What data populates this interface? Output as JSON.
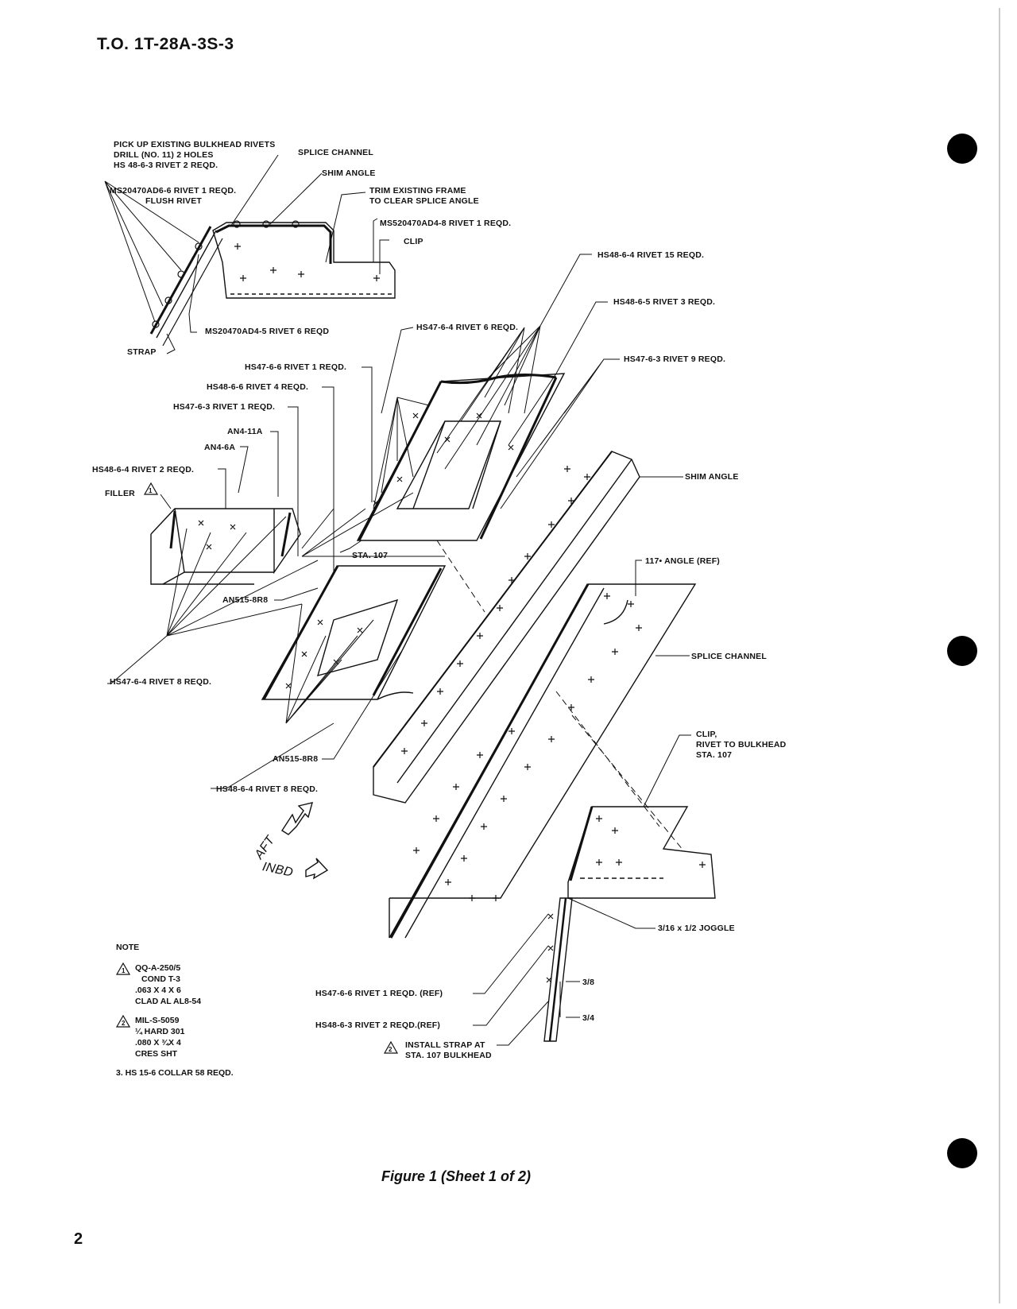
{
  "header": {
    "doc_number": "T.O. 1T-28A-3S-3"
  },
  "callouts": {
    "pick_up_1": "PICK UP EXISTING BULKHEAD RIVETS",
    "pick_up_2": "DRILL (NO. 11) 2 HOLES",
    "pick_up_3": "HS 48-6-3 RIVET 2 REQD.",
    "splice_channel_top": "SPLICE CHANNEL",
    "shim_angle_top": "SHIM ANGLE",
    "trim_frame_1": "TRIM EXISTING FRAME",
    "trim_frame_2": "TO CLEAR SPLICE ANGLE",
    "ms_ad6_1": "MS20470AD6-6  RIVET 1 REQD.",
    "ms_ad6_2": "FLUSH  RIVET",
    "ms_ad4_8": "MS520470AD4-8 RIVET 1 REQD.",
    "clip_top": "CLIP",
    "hs48_6_4_15": "HS48-6-4  RIVET 15 REQD.",
    "hs48_6_5_3": "HS48-6-5  RIVET 3 REQD.",
    "ms_ad4_5": "MS20470AD4-5  RIVET 6 REQD",
    "strap": "STRAP",
    "hs47_6_4_6": "HS47-6-4 RIVET 6 REQD.",
    "hs47_6_3_9": "HS47-6-3 RIVET 9 REQD.",
    "hs47_6_6_1": "HS47-6-6 RIVET 1 REQD.",
    "hs48_6_6_4": "HS48-6-6 RIVET 4 REQD.",
    "hs47_6_3_1": "HS47-6-3 RIVET 1 REQD.",
    "an4_11a": "AN4-11A",
    "an4_6a": "AN4-6A",
    "hs48_6_4_2": "HS48-6-4 RIVET 2 REQD.",
    "filler": "FILLER",
    "shim_angle_right": "SHIM ANGLE",
    "sta_107": "STA. 107",
    "angle_117": "117• ANGLE (REF)",
    "an515_top": "AN515-8R8",
    "splice_channel_right": "SPLICE CHANNEL",
    "hs47_6_4_8": "HS47-6-4  RIVET 8 REQD.",
    "clip_right_1": "CLIP,",
    "clip_right_2": "RIVET TO BULKHEAD",
    "clip_right_3": "STA. 107",
    "an515_bottom": "AN515-8R8",
    "hs48_6_4_8": "HS48-6-4  RIVET 8 REQD.",
    "aft": "AFT",
    "inbd": "INBD",
    "joggle": "3/16 x 1/2 JOGGLE",
    "hs47_6_6_ref": "HS47-6-6 RIVET 1 REQD. (REF)",
    "hs48_6_3_ref": "HS48-6-3  RIVET 2 REQD.(REF)",
    "dim_3_8": "3/8",
    "dim_3_4": "3/4",
    "install_strap_1": "INSTALL STRAP AT",
    "install_strap_2": "STA. 107 BULKHEAD"
  },
  "notes": {
    "title": "NOTE",
    "n1_num": "1",
    "n1_l1": "QQ-A-250/5",
    "n1_l2": "COND T-3",
    "n1_l3": ".063 X 4 X 6",
    "n1_l4": "CLAD AL AL8-54",
    "n2_num": "2",
    "n2_l1": "MIL-S-5059",
    "n2_l2": "¼ HARD 301",
    "n2_l3": ".080 X ¾X 4",
    "n2_l4": "CRES SHT",
    "n3": "3. HS 15-6 COLLAR 58 REQD."
  },
  "caption": "Figure 1 (Sheet 1 of 2)",
  "page_number": "2"
}
